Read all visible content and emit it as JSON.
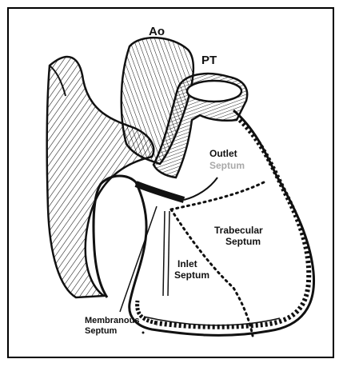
{
  "labels": {
    "ao": "Ao",
    "pt": "PT",
    "outlet_1": "Outlet",
    "outlet_2": "Septum",
    "trabecular_1": "Trabecular",
    "trabecular_2": "Septum",
    "inlet_1": "Inlet",
    "inlet_2": "Septum",
    "membranous_1": "Membranous",
    "membranous_2": "Septum"
  },
  "colors": {
    "ink": "#111111",
    "grey_label": "#a9a9a9",
    "background": "#ffffff"
  }
}
